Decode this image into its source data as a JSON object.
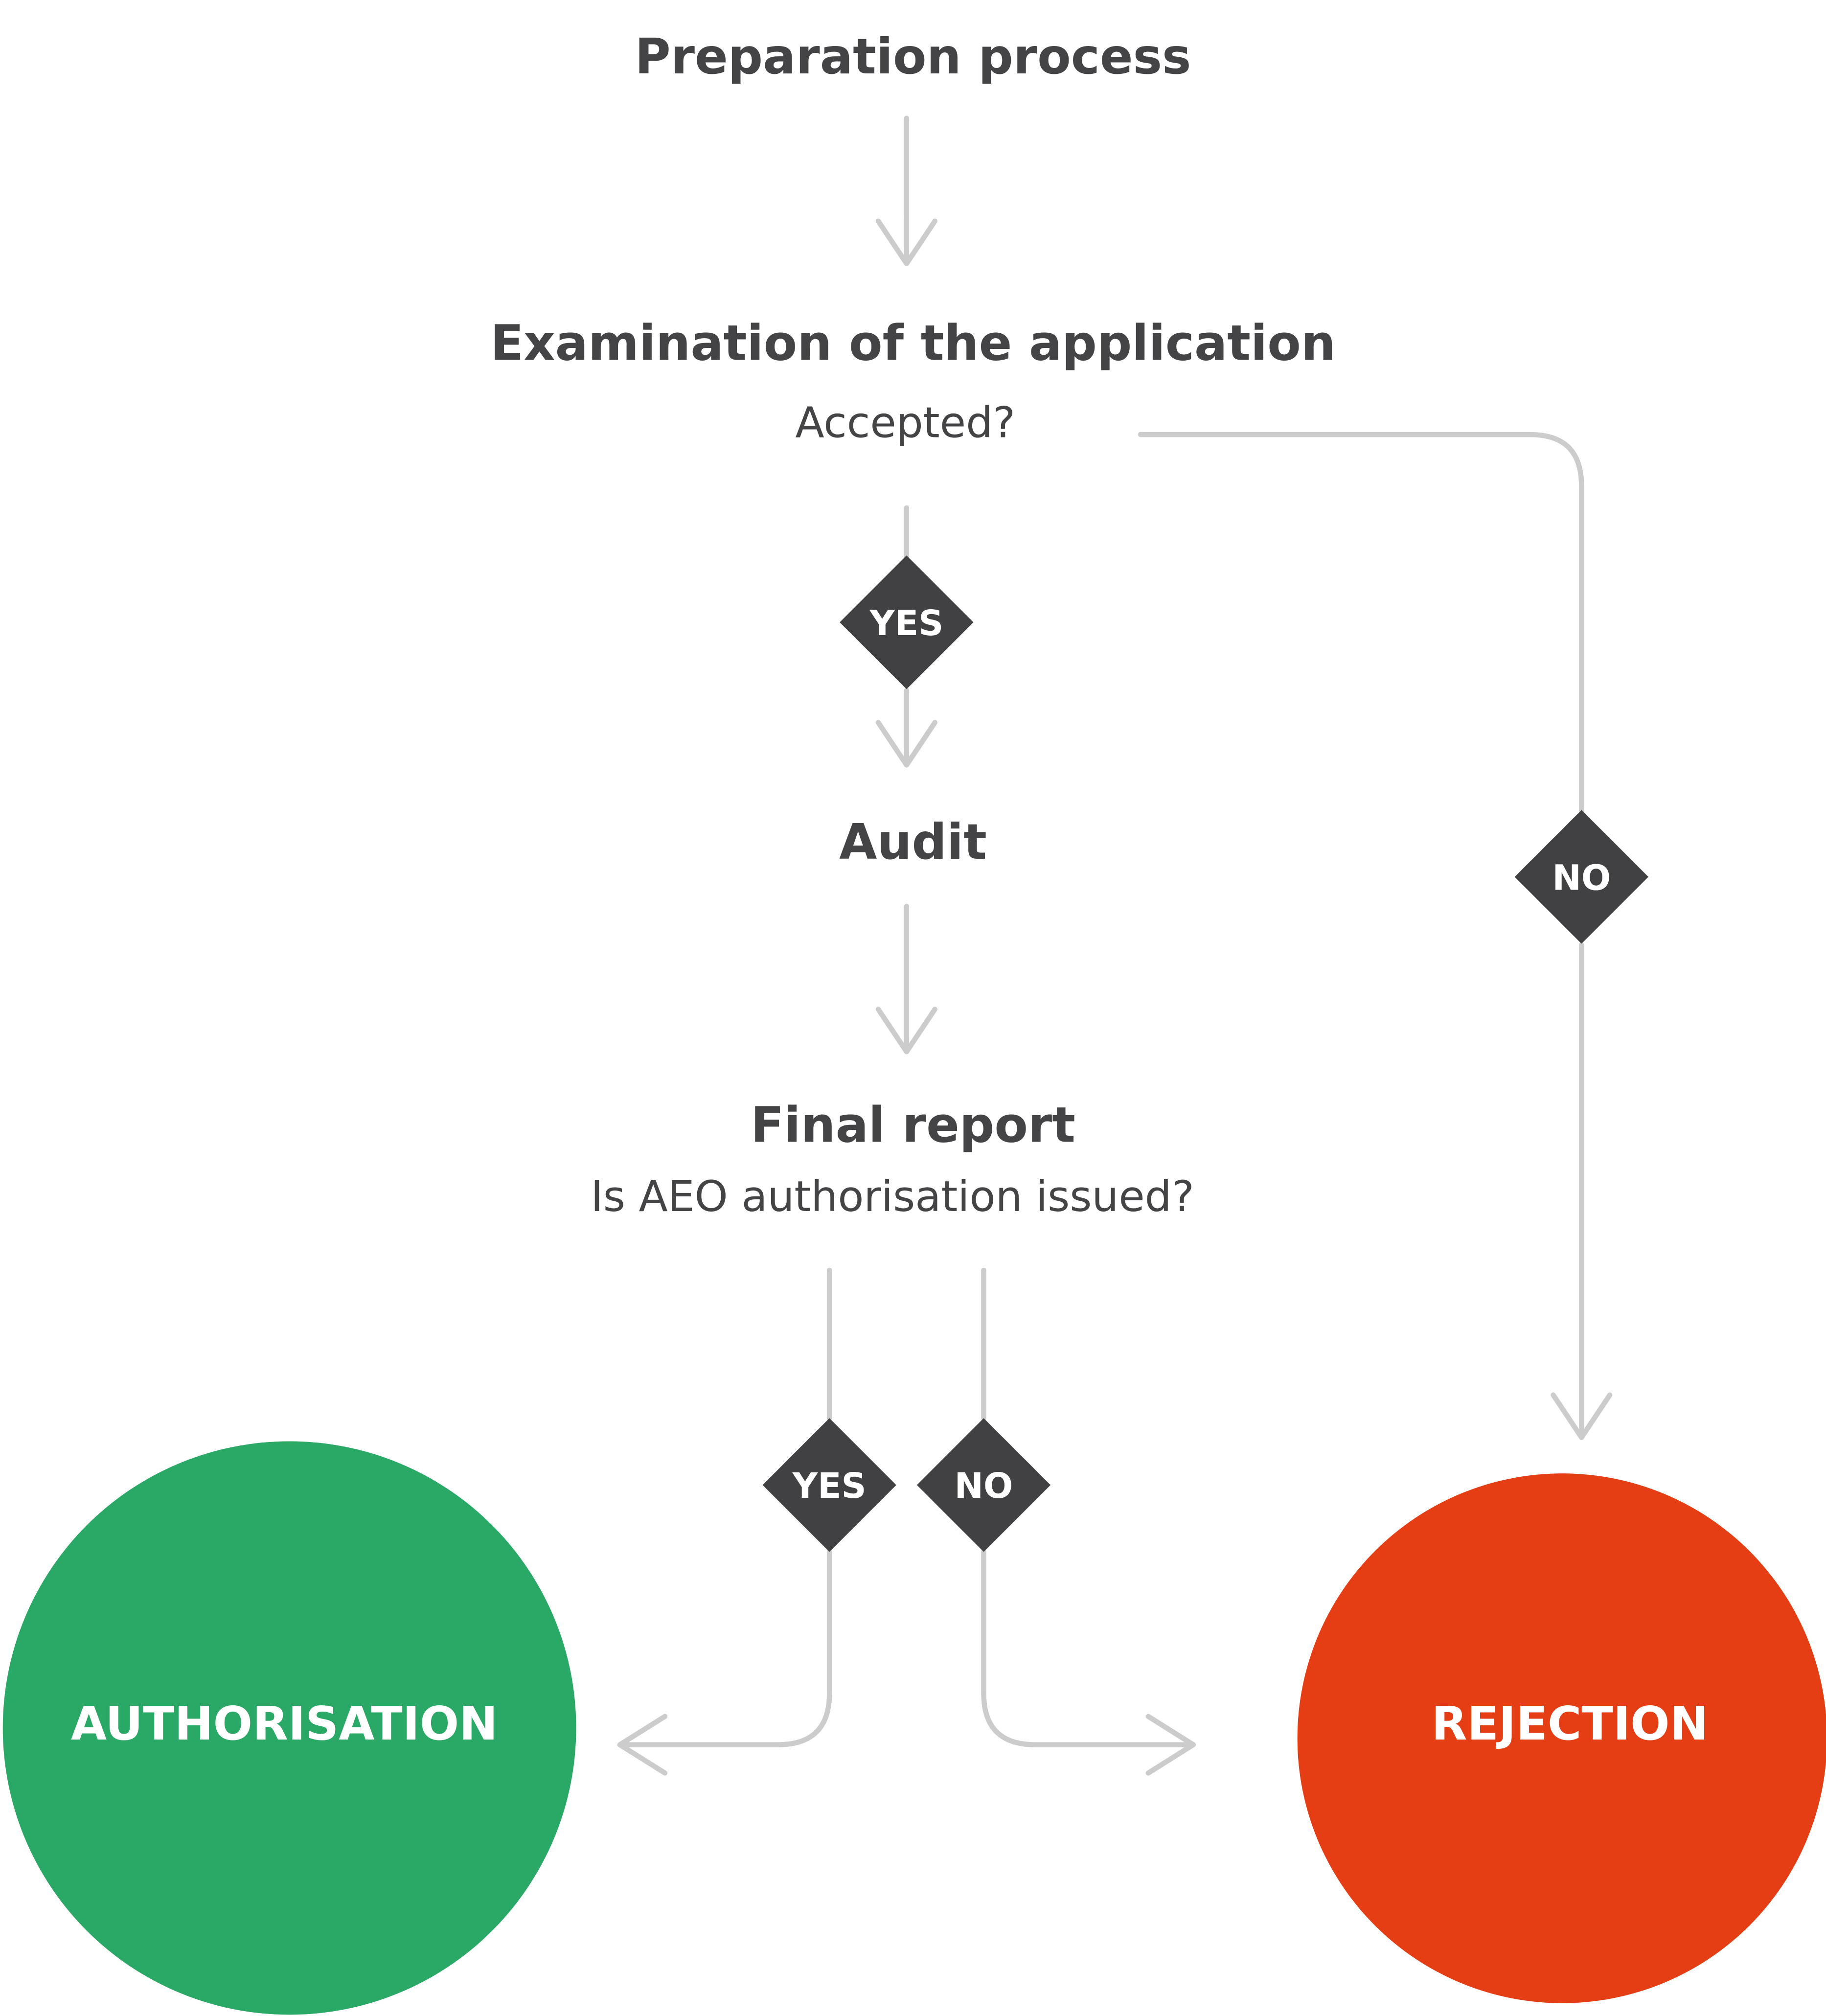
{
  "steps": {
    "preparation": "Preparation process",
    "examination": "Examination of the application",
    "examination_question": "Accepted?",
    "audit": "Audit",
    "final_report": "Final report",
    "final_question": "Is AEO authorisation issued?"
  },
  "decisions": {
    "accepted_yes": "YES",
    "accepted_no": "NO",
    "issued_yes": "YES",
    "issued_no": "NO"
  },
  "outcomes": {
    "authorisation": "AUTHORISATION",
    "rejection": "REJECTION"
  },
  "colors": {
    "authorisation": "#2aa866",
    "rejection": "#e53e14",
    "decision": "#414143",
    "connector": "#cccccc",
    "text": "#444446"
  }
}
